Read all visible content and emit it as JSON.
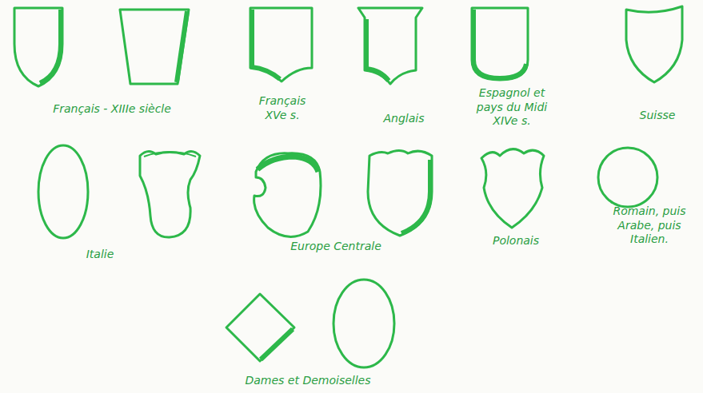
{
  "diagram": {
    "labels": [
      "Français - XIIIe siècle",
      "Français XVe s.",
      "Anglais",
      "Espagnol et pays du Midi XIVe s.",
      "Suisse",
      "Italie",
      "Europe Centrale",
      "Polonais",
      "Romain, puis Arabe, puis Italien.",
      "Dames et Demoiselles"
    ]
  }
}
